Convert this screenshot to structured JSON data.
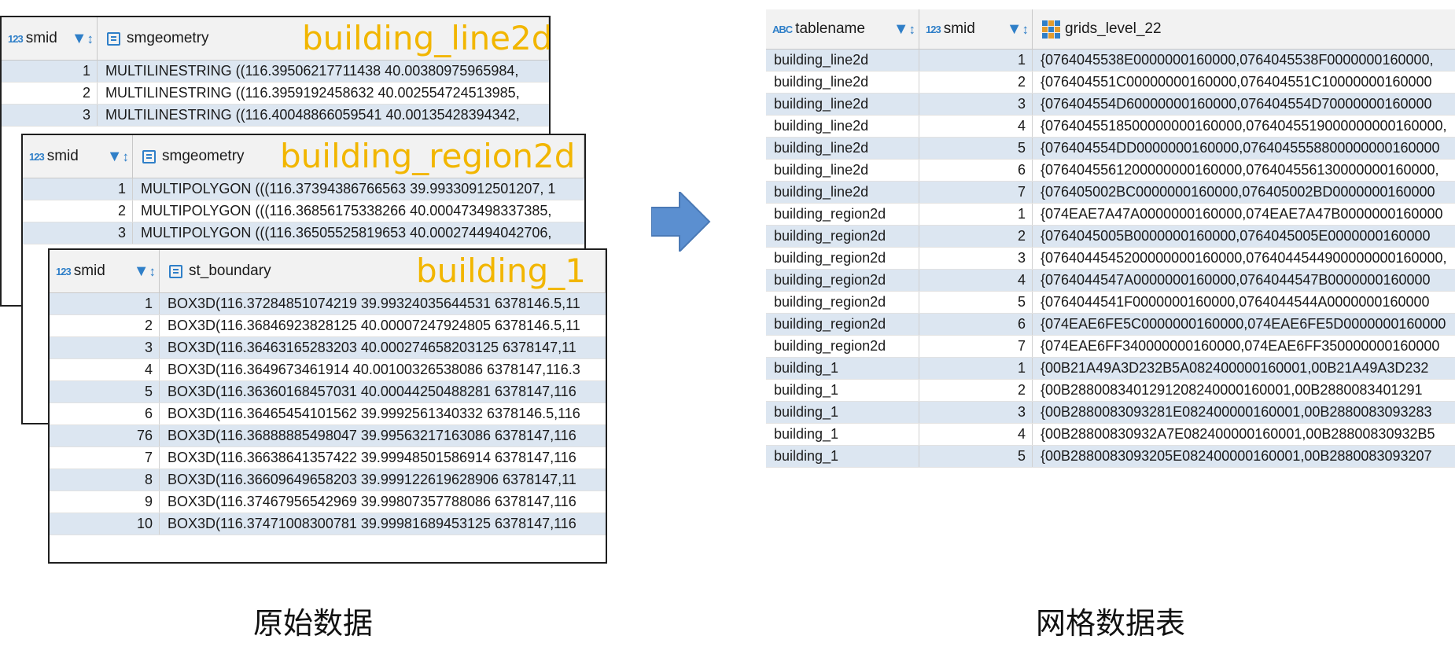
{
  "left_panels": [
    {
      "title": "building_line2d",
      "columns": {
        "id": "smid",
        "geom": "smgeometry"
      },
      "rows": [
        {
          "id": "1",
          "val": "MULTILINESTRING ((116.39506217711438 40.00380975965984,"
        },
        {
          "id": "2",
          "val": "MULTILINESTRING ((116.3959192458632 40.002554724513985,"
        },
        {
          "id": "3",
          "val": "MULTILINESTRING ((116.40048866059541 40.00135428394342,"
        }
      ]
    },
    {
      "title": "building_region2d",
      "columns": {
        "id": "smid",
        "geom": "smgeometry"
      },
      "rows": [
        {
          "id": "1",
          "val": "MULTIPOLYGON (((116.37394386766563 39.99330912501207, 1"
        },
        {
          "id": "2",
          "val": "MULTIPOLYGON (((116.36856175338266 40.000473498337385,"
        },
        {
          "id": "3",
          "val": "MULTIPOLYGON (((116.36505525819653 40.000274494042706,"
        }
      ]
    },
    {
      "title": "building_1",
      "columns": {
        "id": "smid",
        "geom": "st_boundary"
      },
      "rows": [
        {
          "id": "1",
          "val": "BOX3D(116.37284851074219 39.99324035644531 6378146.5,11"
        },
        {
          "id": "2",
          "val": "BOX3D(116.36846923828125 40.00007247924805 6378146.5,11"
        },
        {
          "id": "3",
          "val": "BOX3D(116.36463165283203 40.000274658203125 6378147,11"
        },
        {
          "id": "4",
          "val": "BOX3D(116.3649673461914 40.00100326538086 6378147,116.3"
        },
        {
          "id": "5",
          "val": "BOX3D(116.36360168457031 40.00044250488281 6378147,116"
        },
        {
          "id": "6",
          "val": "BOX3D(116.36465454101562 39.9992561340332 6378146.5,116"
        },
        {
          "id": "76",
          "val": "BOX3D(116.36888885498047 39.99563217163086 6378147,116"
        },
        {
          "id": "7",
          "val": "BOX3D(116.36638641357422 39.99948501586914 6378147,116"
        },
        {
          "id": "8",
          "val": "BOX3D(116.36609649658203 39.999122619628906 6378147,11"
        },
        {
          "id": "9",
          "val": "BOX3D(116.37467956542969 39.99807357788086 6378147,116"
        },
        {
          "id": "10",
          "val": "BOX3D(116.37471008300781 39.99981689453125 6378147,116"
        }
      ]
    }
  ],
  "type_icons": {
    "int": "123",
    "text": "ABC"
  },
  "colors": {
    "title": "#f2b600",
    "accent": "#2f7fc8",
    "arrow": "#5b8fd0",
    "alt_row": "#dce6f1"
  },
  "arrow": {
    "icon": "right-arrow"
  },
  "right_table": {
    "columns": {
      "name": "tablename",
      "id": "smid",
      "grids": "grids_level_22"
    },
    "rows": [
      {
        "name": "building_line2d",
        "id": "1",
        "grids": "{0764045538E0000000160000,0764045538F0000000160000,"
      },
      {
        "name": "building_line2d",
        "id": "2",
        "grids": "{076404551C00000000160000,076404551C10000000160000"
      },
      {
        "name": "building_line2d",
        "id": "3",
        "grids": "{076404554D60000000160000,076404554D70000000160000"
      },
      {
        "name": "building_line2d",
        "id": "4",
        "grids": "{0764045518500000000160000,0764045519000000000160000,"
      },
      {
        "name": "building_line2d",
        "id": "5",
        "grids": "{076404554DD0000000160000,0764045558800000000160000"
      },
      {
        "name": "building_line2d",
        "id": "6",
        "grids": "{0764045561200000000160000,076404556130000000160000,"
      },
      {
        "name": "building_line2d",
        "id": "7",
        "grids": "{076405002BC0000000160000,076405002BD0000000160000"
      },
      {
        "name": "building_region2d",
        "id": "1",
        "grids": "{074EAE7A47A0000000160000,074EAE7A47B0000000160000"
      },
      {
        "name": "building_region2d",
        "id": "2",
        "grids": "{0764045005B0000000160000,0764045005E0000000160000"
      },
      {
        "name": "building_region2d",
        "id": "3",
        "grids": "{0764044545200000000160000,0764044544900000000160000,"
      },
      {
        "name": "building_region2d",
        "id": "4",
        "grids": "{0764044547A0000000160000,0764044547B0000000160000"
      },
      {
        "name": "building_region2d",
        "id": "5",
        "grids": "{0764044541F0000000160000,0764044544A0000000160000"
      },
      {
        "name": "building_region2d",
        "id": "6",
        "grids": "{074EAE6FE5C0000000160000,074EAE6FE5D0000000160000"
      },
      {
        "name": "building_region2d",
        "id": "7",
        "grids": "{074EAE6FF340000000160000,074EAE6FF350000000160000"
      },
      {
        "name": "building_1",
        "id": "1",
        "grids": "{00B21A49A3D232B5A082400000160001,00B21A49A3D232"
      },
      {
        "name": "building_1",
        "id": "2",
        "grids": "{00B2880083401291208240000160001,00B2880083401291"
      },
      {
        "name": "building_1",
        "id": "3",
        "grids": "{00B2880083093281E082400000160001,00B2880083093283"
      },
      {
        "name": "building_1",
        "id": "4",
        "grids": "{00B28800830932A7E082400000160001,00B28800830932B5"
      },
      {
        "name": "building_1",
        "id": "5",
        "grids": "{00B2880083093205E082400000160001,00B2880083093207"
      }
    ]
  },
  "captions": {
    "left": "原始数据",
    "right": "网格数据表"
  }
}
